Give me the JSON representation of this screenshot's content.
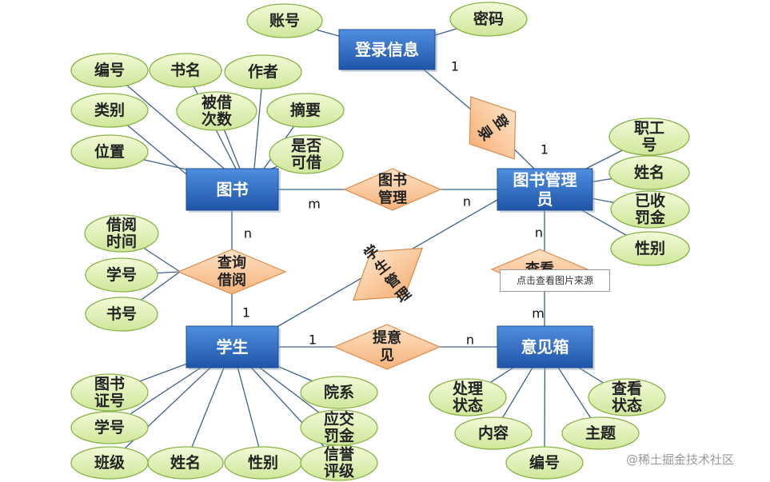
{
  "colors": {
    "entity": "#2f6cc4",
    "attribute_fill": "#dff0b4",
    "attribute_stroke": "#8ab34a",
    "relationship_fill": "#fbc99a",
    "line": "#3f5f8f"
  },
  "entities": {
    "login": "登录信息",
    "book": "图书",
    "librarian": "图书管理员",
    "student": "学生",
    "suggestion": "意见箱"
  },
  "relationships": {
    "login": "登录",
    "book_manage": "图书管理",
    "borrow": "查询借阅",
    "student_manage": "学生管理",
    "view": "查看",
    "suggest": "提意见"
  },
  "attributes": {
    "login": [
      "账号",
      "密码"
    ],
    "book": [
      "编号",
      "书名",
      "作者",
      "类别",
      "被借次数",
      "摘要",
      "位置",
      "是否可借"
    ],
    "librarian": [
      "职工号",
      "姓名",
      "已收罚金",
      "性别"
    ],
    "borrow": [
      "借阅时间",
      "学号",
      "书号"
    ],
    "student": [
      "图书证号",
      "学号",
      "班级",
      "姓名",
      "性别",
      "院系",
      "应交罚金",
      "信誉评级"
    ],
    "suggestion": [
      "处理状态",
      "内容",
      "编号",
      "查看状态",
      "主题"
    ]
  },
  "cardinalities": {
    "login_top": "1",
    "login_bottom": "1",
    "book_manage_left": "m",
    "book_manage_right": "n",
    "borrow_top": "n",
    "borrow_bottom": "1",
    "view_top": "n",
    "view_bottom": "m",
    "suggest_left": "1",
    "suggest_right": "n"
  },
  "tooltip": "点击查看图片来源",
  "watermark": "@稀土掘金技术社区"
}
